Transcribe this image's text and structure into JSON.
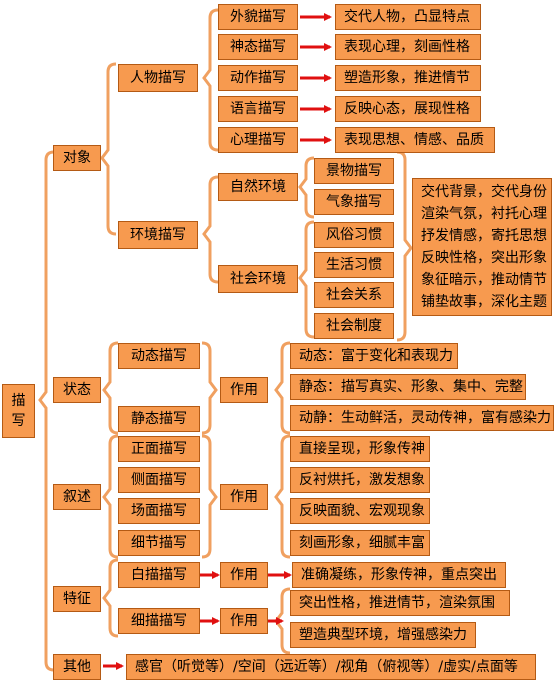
{
  "root": {
    "chars": [
      "描",
      "写"
    ]
  },
  "categories": {
    "object": "对象",
    "state": "状态",
    "narration": "叙述",
    "feature": "特征",
    "other": "其他"
  },
  "object": {
    "person": {
      "label": "人物描写",
      "items": [
        {
          "label": "外貌描写",
          "effect": "交代人物，凸显特点"
        },
        {
          "label": "神态描写",
          "effect": "表现心理，刻画性格"
        },
        {
          "label": "动作描写",
          "effect": "塑造形象，推进情节"
        },
        {
          "label": "语言描写",
          "effect": "反映心态，展现性格"
        },
        {
          "label": "心理描写",
          "effect": "表现思想、情感、品质"
        }
      ]
    },
    "environment": {
      "label": "环境描写",
      "natural": {
        "label": "自然环境",
        "items": [
          "景物描写",
          "气象描写"
        ]
      },
      "social": {
        "label": "社会环境",
        "items": [
          "风俗习惯",
          "生活习惯",
          "社会关系",
          "社会制度"
        ]
      },
      "effects": [
        "交代背景，交代身份",
        "渲染气氛，衬托心理",
        "抒发情感，寄托思想",
        "反映性格，突出形象",
        "象征暗示，推动情节",
        "铺垫故事，深化主题"
      ]
    }
  },
  "state": {
    "items": [
      "动态描写",
      "静态描写"
    ],
    "role": "作用",
    "effects": [
      "动态：富于变化和表现力",
      "静态：描写真实、形象、集中、完整",
      "动静：生动鲜活，灵动传神，富有感染力"
    ]
  },
  "narration": {
    "items": [
      "正面描写",
      "侧面描写",
      "场面描写",
      "细节描写"
    ],
    "role": "作用",
    "effects": [
      "直接呈现，形象传神",
      "反衬烘托，激发想象",
      "反映面貌、宏观现象",
      "刻画形象，细腻丰富"
    ]
  },
  "feature": {
    "plain": {
      "label": "白描描写",
      "role": "作用",
      "effects": [
        "准确凝练，形象传神，重点突出"
      ]
    },
    "fine": {
      "label": "细描描写",
      "role": "作用",
      "effects": [
        "突出性格，推进情节，渲染氛围",
        "塑造典型环境，增强感染力"
      ]
    }
  },
  "other": {
    "text": "感官（听觉等）/空间（远近等）/视角（俯视等）/虚实/点面等"
  },
  "colors": {
    "box_fill": "#f79a4f",
    "box_border": "#b45a14",
    "bracket": "#f0a060",
    "arrow": "#e01010"
  }
}
